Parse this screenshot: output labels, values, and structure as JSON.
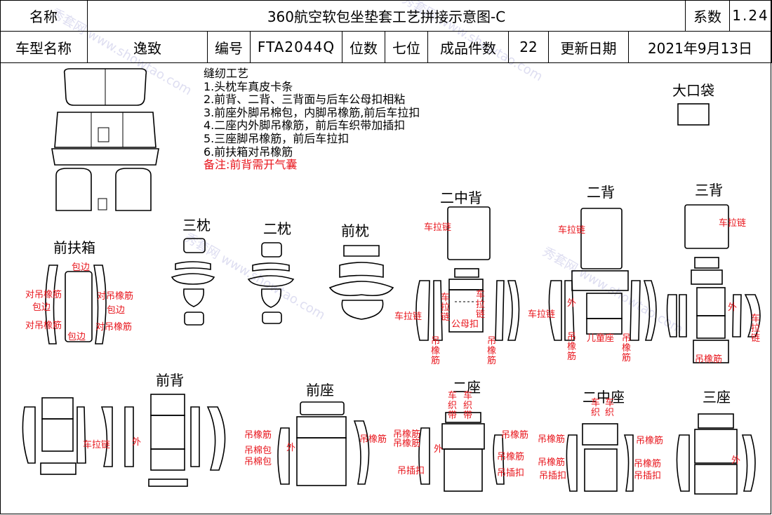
{
  "header": {
    "name_label": "名称",
    "title": "360航空软包坐垫套工艺拼接示意图-C",
    "coef_label": "系数",
    "coef_value": "1.24",
    "model_label": "车型名称",
    "model_value": "逸致",
    "code_label": "编号",
    "code_value": "FTA2044Q",
    "seats_label": "位数",
    "seats_value": "七位",
    "pieces_label": "成品件数",
    "pieces_value": "22",
    "date_label": "更新日期",
    "date_value": "2021年9月13日"
  },
  "notes": {
    "title": "缝纫工艺",
    "items": [
      "1.头枕车真皮卡条",
      "2.前背、二背、三背面与后车公母扣相粘",
      "3.前座外脚吊棉包，内脚吊橡筋,前后车拉扣",
      "4.二座内外脚吊橡筋，前后车织带加插扣",
      "5.三座脚吊橡筋，前后车拉扣",
      "6.前扶箱对吊橡筋"
    ],
    "remark": "备注:前背需开气囊"
  },
  "sections": {
    "big_pocket": "大口袋",
    "front_armrest": "前扶箱",
    "third_headrest": "三枕",
    "second_headrest": "二枕",
    "front_headrest": "前枕",
    "second_middle_back": "二中背",
    "second_back": "二背",
    "third_back": "三背",
    "front_back": "前背",
    "front_seat": "前座",
    "second_seat": "二座",
    "second_middle_seat": "二中座",
    "third_seat": "三座"
  },
  "annotations": {
    "edge": "包边",
    "rubber_pair": "对吊橡筋",
    "pull_chain": "车拉链",
    "rubber": "吊橡筋",
    "outer": "外",
    "cotton_pack": "吊棉包",
    "plug_buckle": "吊插扣",
    "male_female_buckle": "公母扣",
    "child_seat": "儿童座",
    "pull": "车拉",
    "chain": "链",
    "webbing": "车织带",
    "webbing_short": "车织",
    "insert_buckle": "插扣"
  },
  "watermark": "秀套网 www.showtao.com"
}
